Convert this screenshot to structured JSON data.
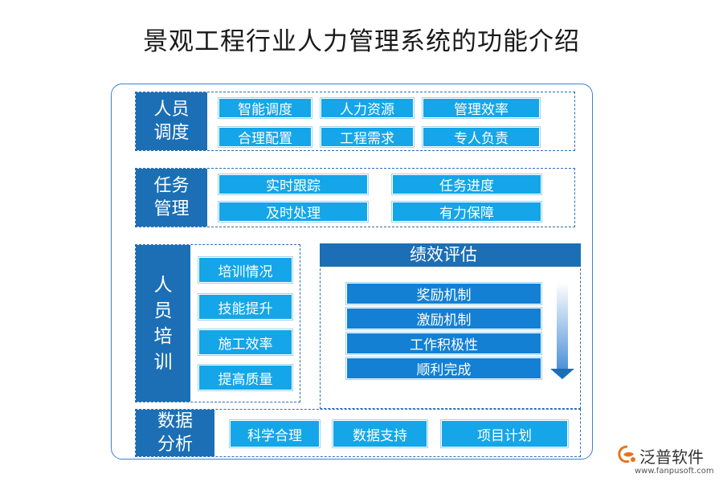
{
  "title": "景观工程行业人力管理系统的功能介绍",
  "sections": {
    "scheduling": {
      "heading": "人员调度",
      "items": [
        "智能调度",
        "人力资源",
        "管理效率",
        "合理配置",
        "工程需求",
        "专人负责"
      ]
    },
    "task": {
      "heading": "任务管理",
      "items": [
        "实时跟踪",
        "任务进度",
        "及时处理",
        "有力保障"
      ]
    },
    "training": {
      "heading": "人员培训",
      "items": [
        "培训情况",
        "技能提升",
        "施工效率",
        "提高质量"
      ]
    },
    "performance": {
      "heading": "绩效评估",
      "items": [
        "奖励机制",
        "激励机制",
        "工作积极性",
        "顺利完成"
      ]
    },
    "analysis": {
      "heading": "数据分析",
      "items": [
        "科学合理",
        "数据支持",
        "项目计划"
      ]
    }
  },
  "logo": {
    "name": "泛普软件",
    "url": "www.fanpusoft.com"
  }
}
